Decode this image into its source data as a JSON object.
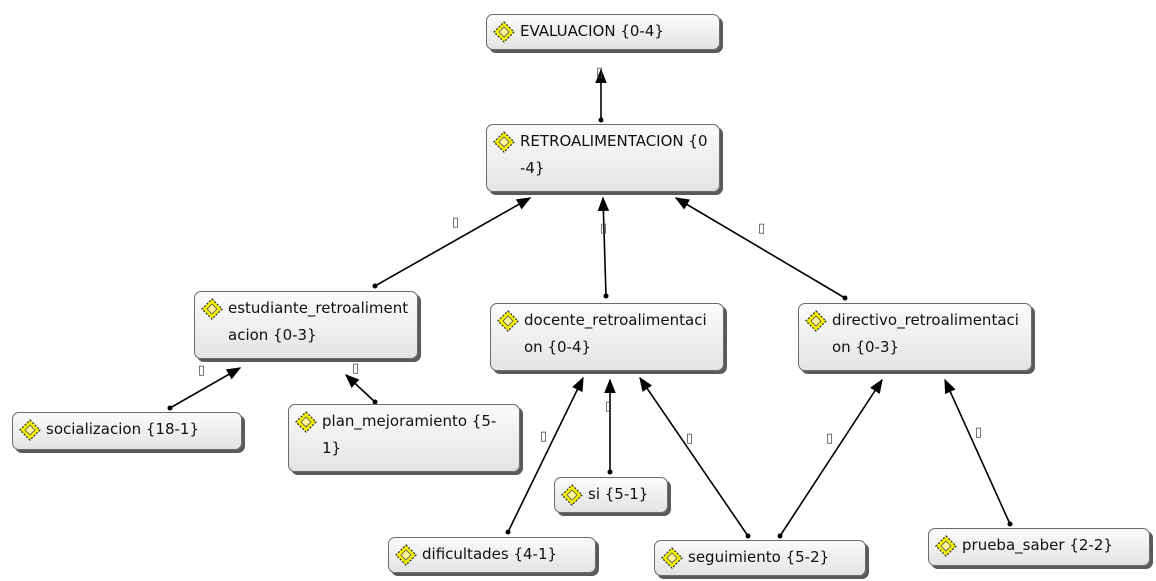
{
  "nodes": {
    "evaluacion": "EVALUACION {0-4}",
    "retroalimentacion": "RETROALIMENTACION {0-4}",
    "estudiante": "estudiante_retroalimentacion {0-3}",
    "docente": "docente_retroalimentacion {0-4}",
    "directivo": "directivo_retroalimentacion {0-3}",
    "socializacion": "socializacion {18-1}",
    "plan": "plan_mejoramiento {5-1}",
    "si": "si {5-1}",
    "dificultades": "dificultades {4-1}",
    "seguimiento": "seguimiento {5-2}",
    "prueba": "prueba_saber {2-2}"
  },
  "relation_glyph": "▯",
  "icon": "code-node-icon",
  "colors": {
    "node_fill": "#ececec",
    "icon_fill": "#f5f000",
    "link": "#000000"
  }
}
